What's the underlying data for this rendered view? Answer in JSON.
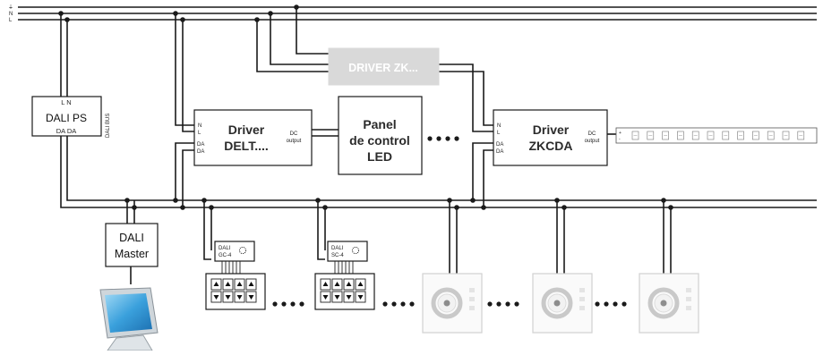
{
  "lines": {
    "earth_symbol": "⏚",
    "neutral": "N",
    "live": "L"
  },
  "dali_ps": {
    "top_label": "L N",
    "title": "DALI PS",
    "bottom_label": "DA DA",
    "bus_label": "DALI BUS"
  },
  "driver_zk": {
    "label": "DRIVER ZK..."
  },
  "driver_delt": {
    "n": "N",
    "l": "L",
    "da1": "DA",
    "da2": "DA",
    "title_line1": "Driver",
    "title_line2": "DELT....",
    "dc_line1": "DC",
    "dc_line2": "output"
  },
  "panel": {
    "line1": "Panel",
    "line2": "de control",
    "line3": "LED"
  },
  "driver_zkcda": {
    "n": "N",
    "l": "L",
    "da1": "DA",
    "da2": "DA",
    "title_line1": "Driver",
    "title_line2": "ZKCDA",
    "dc_line1": "DC",
    "dc_line2": "output"
  },
  "dali_master": {
    "line1": "DALI",
    "line2": "Master"
  },
  "gc4": {
    "line1": "DALI",
    "line2": "GC-4"
  },
  "sc4": {
    "line1": "DALI",
    "line2": "SC-4"
  },
  "colors": {
    "wire": "#1a1a1a",
    "zk_box": "#d9d9d9",
    "zk_text": "#ffffff",
    "monitor": "#3aa0dc"
  }
}
